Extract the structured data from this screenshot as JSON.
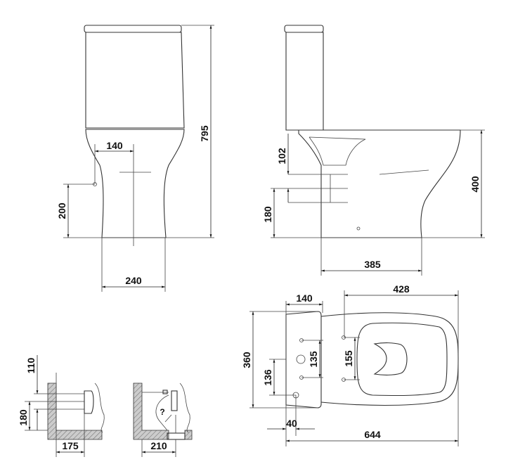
{
  "title": "Close-coupled WC technical drawing",
  "front_view": {
    "height": "795",
    "hole_offset": "140",
    "inlet_height": "200",
    "base_width": "240"
  },
  "side_view": {
    "outlet_offset": "102",
    "bowl_height": "400",
    "outlet_height": "180",
    "depth_to_outlet": "385"
  },
  "top_view": {
    "bowl_length": "428",
    "tank_depth": "140",
    "width": "360",
    "tank_hole_spacing": "135",
    "seat_hole_spacing": "155",
    "inlet_offset": "136",
    "inlet_edge": "40",
    "total_length": "644"
  },
  "horizontal_outlet_detail": {
    "top_offset": "110",
    "outlet_height": "180",
    "wall_distance": "175"
  },
  "vertical_outlet_detail": {
    "note": "?",
    "wall_distance": "210"
  }
}
